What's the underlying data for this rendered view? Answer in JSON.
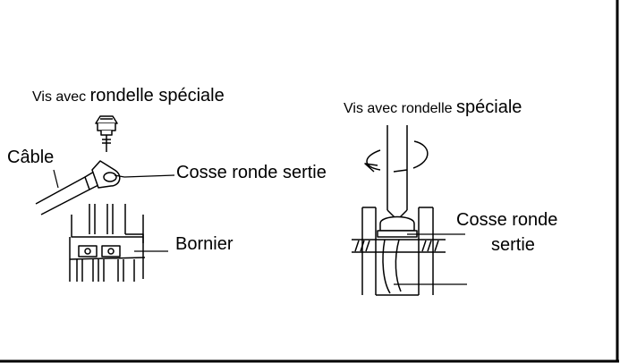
{
  "left_diagram": {
    "title_prefix": "Vis avec ",
    "title_suffix": "rondelle spéciale",
    "cable_label": "Câble",
    "lug_label": "Cosse ronde sertie",
    "terminal_block_label": "Bornier"
  },
  "right_diagram": {
    "title_prefix": "Vis avec rondelle ",
    "title_suffix": "spéciale",
    "lug_label_line1": "Cosse ronde",
    "lug_label_line2": "sertie"
  }
}
